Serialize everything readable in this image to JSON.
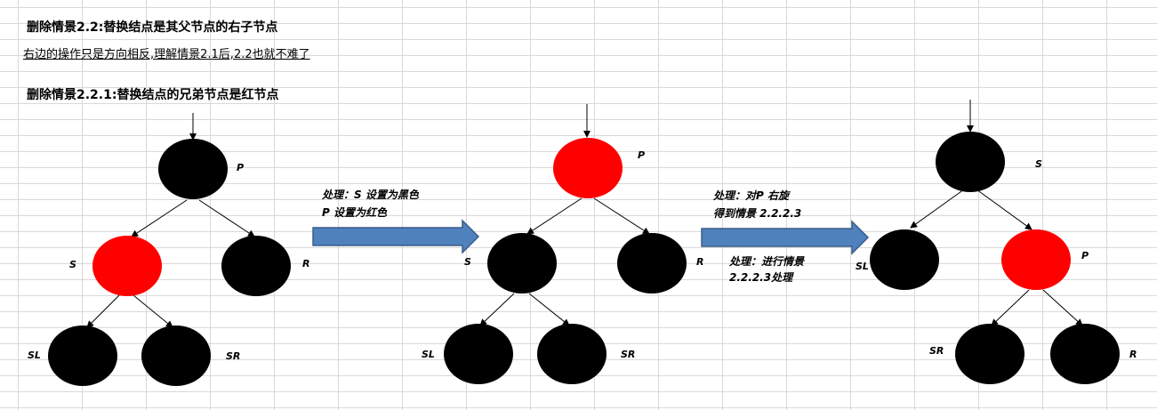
{
  "header": {
    "title": "删除情景2.2:替换结点是其父节点的右子节点",
    "subtitle": "右边的操作只是方向相反,理解情景2.1后,2.2也就不难了",
    "case_title": "删除情景2.2.1:替换结点的兄弟节点是红节点"
  },
  "colors": {
    "black_node": "#000000",
    "red_node": "#ff0000",
    "arrow_fill": "#4f81bd",
    "arrow_stroke": "#385d8a"
  },
  "tree1": {
    "p": "P",
    "s": "S",
    "r": "R",
    "sl": "SL",
    "sr": "SR"
  },
  "tree2": {
    "p": "P",
    "s": "S",
    "r": "R",
    "sl": "SL",
    "sr": "SR"
  },
  "tree3": {
    "s": "S",
    "sl": "SL",
    "p": "P",
    "sr": "SR",
    "r": "R"
  },
  "step1": {
    "line1": "处理：S 设置为黑色",
    "line2": "P 设置为红色"
  },
  "step2": {
    "line1": "处理：对P 右旋",
    "line2": "得到情景 2.2.2.3",
    "line3": "处理：进行情景",
    "line4": "2.2.2.3处理"
  }
}
